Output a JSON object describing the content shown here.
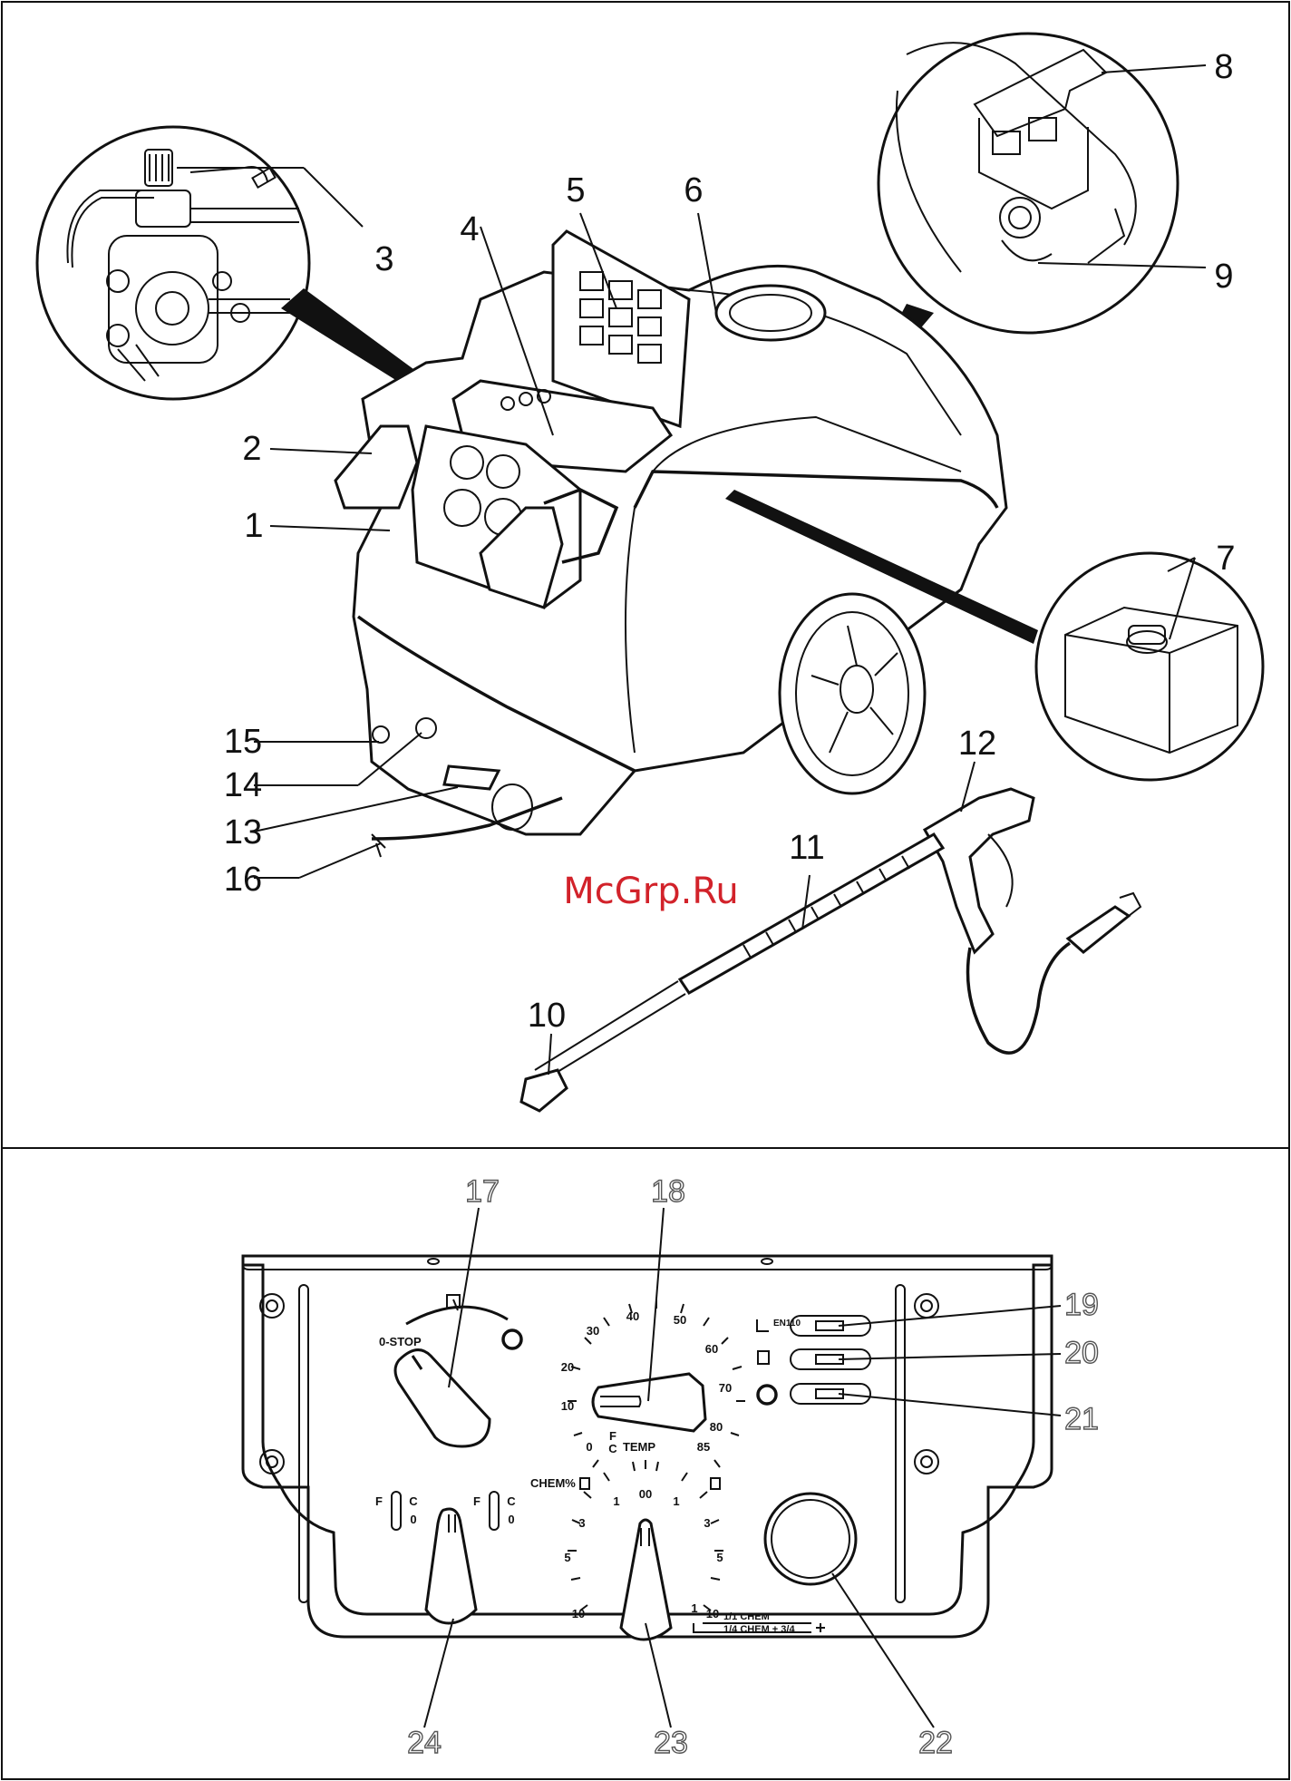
{
  "watermark": "McGrp.Ru",
  "top_labels": [
    "1",
    "2",
    "3",
    "4",
    "5",
    "6",
    "7",
    "8",
    "9",
    "10",
    "11",
    "12",
    "13",
    "14",
    "15",
    "16"
  ],
  "bottom_labels": [
    "17",
    "18",
    "19",
    "20",
    "21",
    "22",
    "23",
    "24"
  ],
  "panel": {
    "switch_stop": "0-STOP",
    "temp_label": "TEMP",
    "temp_ticks": [
      "0",
      "10",
      "20",
      "30",
      "40",
      "50",
      "60",
      "70",
      "80",
      "85"
    ],
    "temp_unit_f": "F",
    "temp_unit_c": "C",
    "chem_label": "CHEM%",
    "chem_ticks_left": [
      "10",
      "5",
      "3",
      "1"
    ],
    "chem_ticks_top": "00",
    "chem_ticks_right": [
      "1",
      "3",
      "5",
      "10"
    ],
    "chem_right_prefix": "1",
    "chem_note_1": "1/1 CHEM",
    "chem_note_2": "1/4 CHEM + 3/4",
    "lamp_19_code": "EN110",
    "thermo_left_f": "F",
    "thermo_left_c": "C",
    "thermo_left_0": "0",
    "thermo_right_f": "F",
    "thermo_right_c": "C",
    "thermo_right_0": "0"
  }
}
